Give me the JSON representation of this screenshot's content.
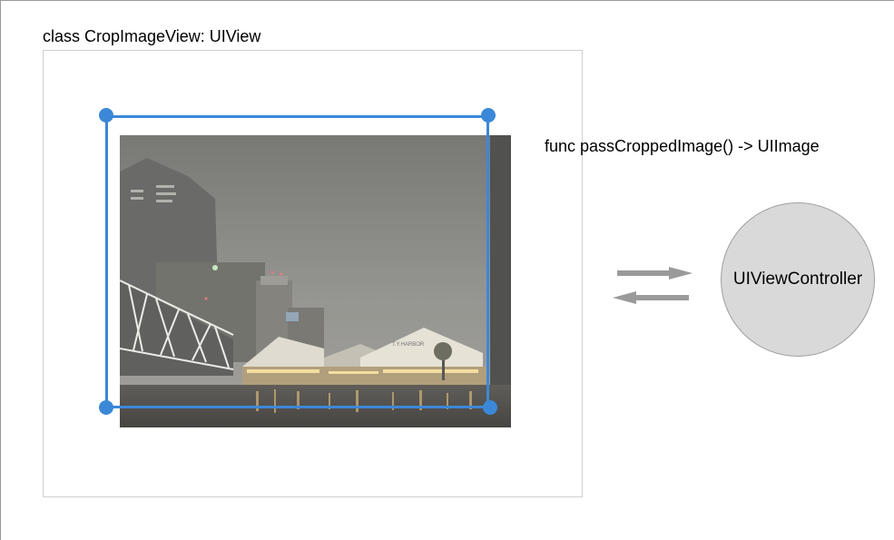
{
  "diagram": {
    "view_title": "class CropImageView: UIView",
    "func_label": "func passCroppedImage() -> UIImage",
    "controller_label": "UIViewController",
    "photo_sign_text": "T.Y.HARBOR"
  },
  "colors": {
    "crop_border": "#3b88d8",
    "handle": "#3b88d8",
    "arrow": "#9a9a9a",
    "controller_fill": "#d9d9d9"
  }
}
